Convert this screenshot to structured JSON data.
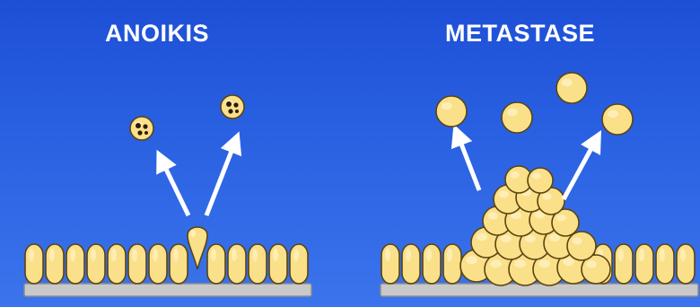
{
  "panels": [
    {
      "id": "anoikis",
      "title": "ANOIKIS"
    },
    {
      "id": "metastase",
      "title": "METASTASE"
    }
  ],
  "colors": {
    "background_top": "#1d4fd6",
    "background_bottom": "#3b74ec",
    "cell_fill": "#fbe08a",
    "cell_outline": "#5a4410",
    "cell_highlight": "#fff3c4",
    "membrane": "#c9c9c9",
    "arrow": "#ffffff",
    "apoptotic_spots": "#2a1d08"
  },
  "icons": [
    "epithelial-cell-icon",
    "detached-cell-icon",
    "apoptotic-cell-icon",
    "tumor-cell-icon",
    "arrow-icon",
    "basement-membrane-icon"
  ]
}
